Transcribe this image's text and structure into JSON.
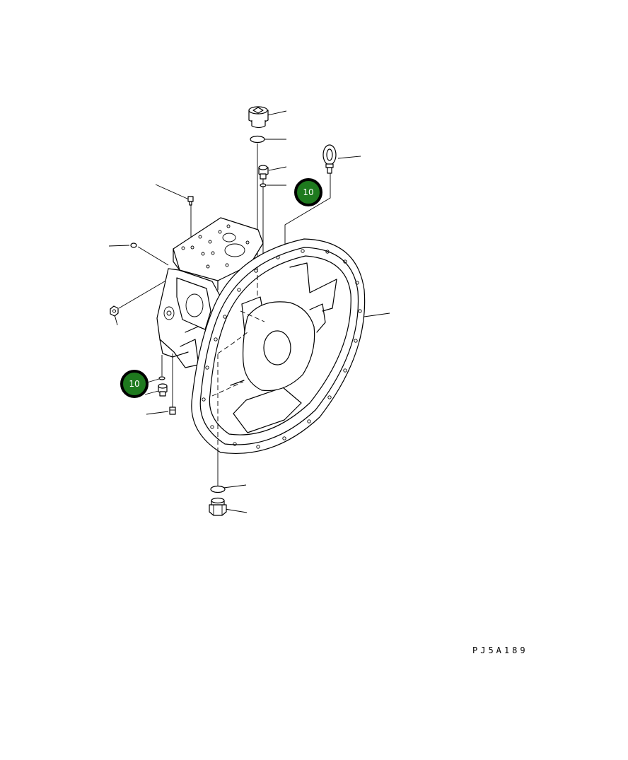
{
  "drawing_code": "PJ5A189",
  "colors": {
    "callout_fill": "#1e7a1e",
    "callout_ring": "#000000",
    "line": "#000000",
    "background": "#ffffff"
  },
  "callouts": [
    {
      "label": "10"
    },
    {
      "label": "10"
    }
  ]
}
